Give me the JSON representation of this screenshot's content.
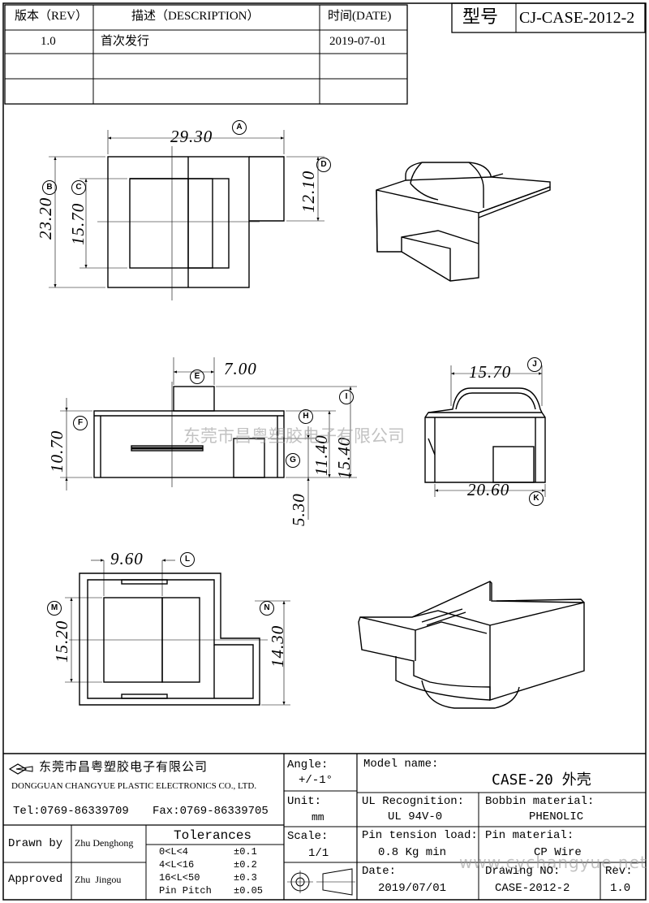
{
  "revision_table": {
    "headers": [
      "版本（REV）",
      "描述（DESCRIPTION）",
      "时间(DATE)"
    ],
    "rows": [
      {
        "rev": "1.0",
        "description": "首次发行",
        "date": "2019-07-01"
      }
    ]
  },
  "model_box": {
    "label": "型号",
    "value": "CJ-CASE-2012-2"
  },
  "dimensions": {
    "A": "29.30",
    "B": "23.20",
    "C": "15.70",
    "D": "12.10",
    "E": "7.00",
    "F": "10.70",
    "G": "5.30",
    "H": "11.40",
    "I": "15.40",
    "J": "15.70",
    "K": "20.60",
    "L": "9.60",
    "M": "15.20",
    "N": "14.30"
  },
  "watermark": {
    "text": "东莞市昌粤塑胶电子有限公司",
    "url": "www.cychangyue.net"
  },
  "title_block": {
    "company_cn": "东莞市昌粤塑胶电子有限公司",
    "company_en": "DONGGUAN CHANGYUE PLASTIC ELECTRONICS CO., LTD.",
    "tel": "Tel:0769-86339709",
    "fax": "Fax:0769-86339705",
    "angle_label": "Angle:",
    "angle_value": "+/-1°",
    "unit_label": "Unit:",
    "unit_value": "mm",
    "scale_label": "Scale:",
    "scale_value": "1/1",
    "model_name_label": "Model name:",
    "model_name_value": "CASE-20 外壳",
    "ul_label": "UL Recognition:",
    "ul_value": "UL 94V-0",
    "bobbin_label": "Bobbin material:",
    "bobbin_value": "PHENOLIC",
    "pin_tension_label": "Pin tension load:",
    "pin_tension_value": "0.8 Kg min",
    "pin_material_label": "Pin material:",
    "pin_material_value": "CP Wire",
    "date_label": "Date:",
    "date_value": "2019/07/01",
    "drawing_no_label": "Drawing NO:",
    "drawing_no_value": "CASE-2012-2",
    "rev_label": "Rev:",
    "rev_value": "1.0",
    "drawn_by_label": "Drawn by",
    "drawn_by_value": "Zhu Denghong",
    "approved_label": "Approved",
    "approved_value": "Zhu  Jingou",
    "tolerances_title": "Tolerances",
    "tolerances": [
      {
        "range": "0<L<4",
        "value": "±0.1"
      },
      {
        "range": "4<L<16",
        "value": "±0.2"
      },
      {
        "range": "16<L<50",
        "value": "±0.3"
      },
      {
        "range": "Pin Pitch",
        "value": "±0.05"
      }
    ]
  }
}
